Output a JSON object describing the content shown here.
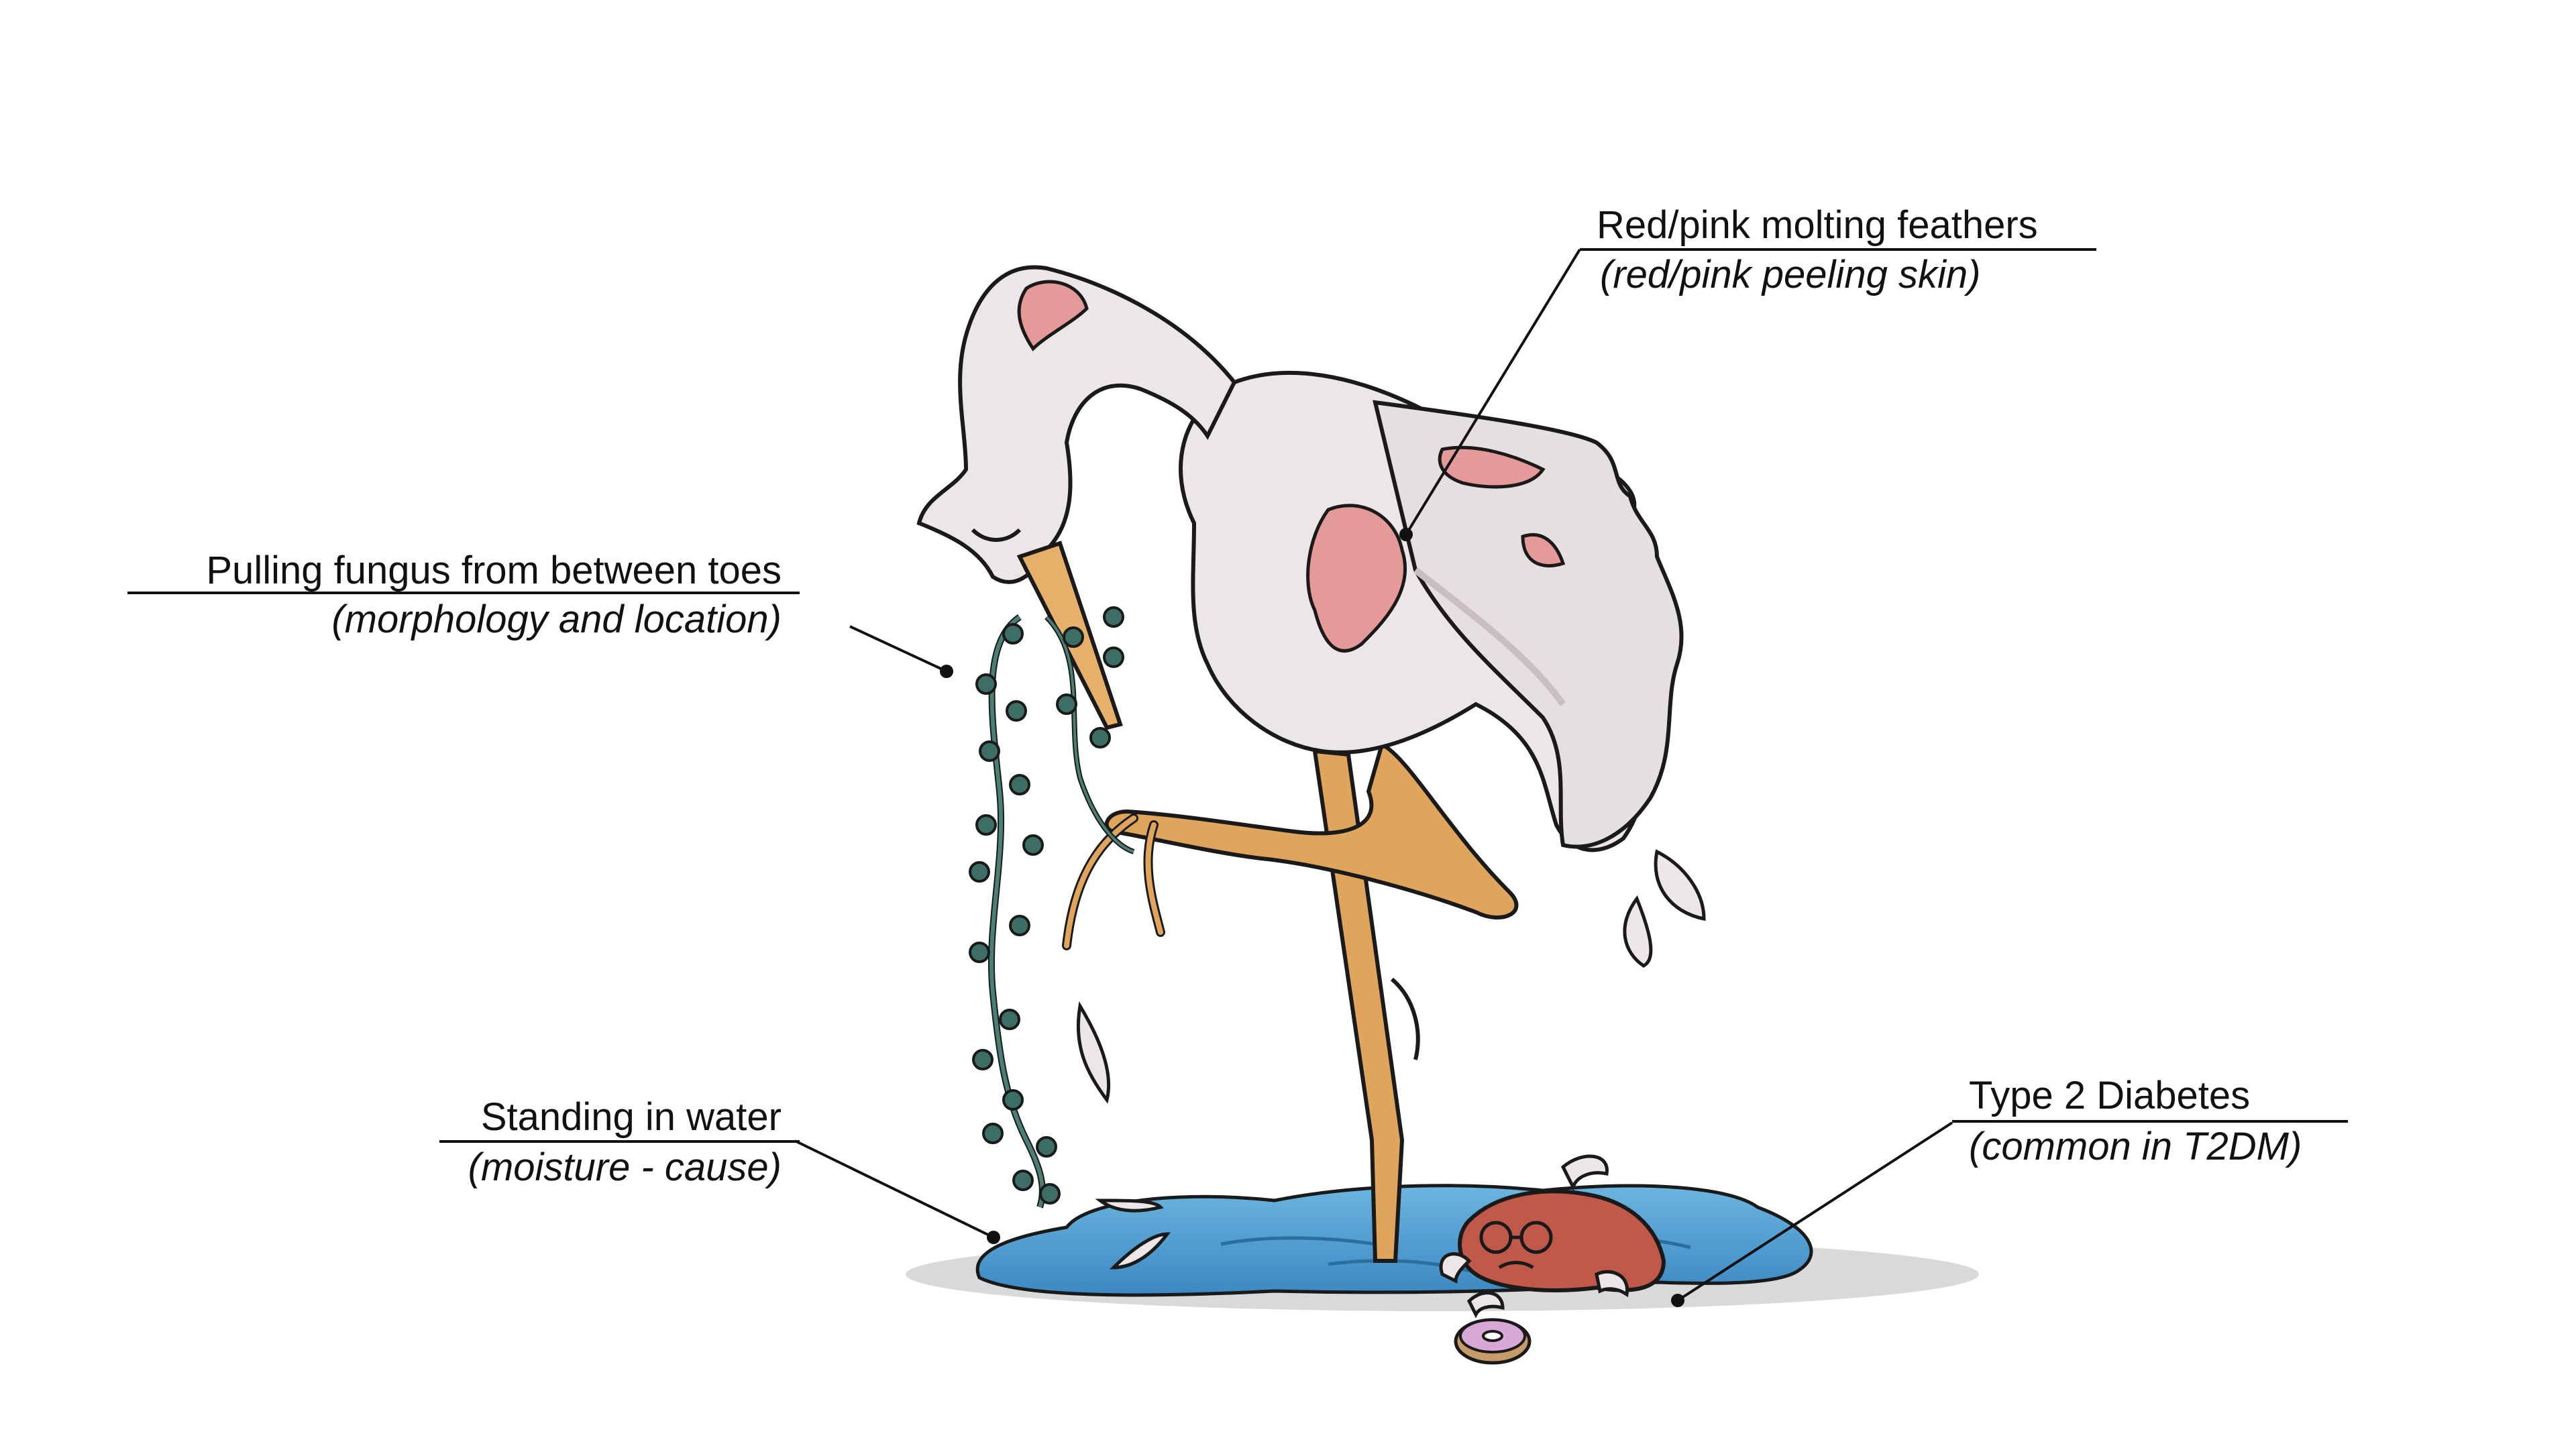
{
  "annotations": {
    "molting": {
      "title": "Red/pink molting feathers",
      "subtitle": "(red/pink peeling skin)"
    },
    "fungus": {
      "title": "Pulling fungus from between toes",
      "subtitle": "(morphology and location)"
    },
    "water": {
      "title": "Standing in water",
      "subtitle": "(moisture - cause)"
    },
    "diabetes": {
      "title": "Type 2 Diabetes",
      "subtitle": "(common in T2DM)"
    }
  },
  "colors": {
    "feather": "#ece6e6",
    "feather_shadow": "#c9bfc0",
    "skin_patch": "#e59a9a",
    "leg": "#e0a55c",
    "beak": "#e6b06a",
    "water": "#5aa6d6",
    "fungus_dots": "#3d6e66",
    "pancreas": "#c0594a",
    "donut": "#d9a7d6",
    "line": "#111111"
  },
  "icons": {
    "bird": "stork-illustration",
    "fungus": "fungal-hyphae-strand",
    "water": "water-puddle",
    "pancreas": "pancreas-character",
    "donut": "donut-icon",
    "feathers": "falling-feather-icon"
  }
}
